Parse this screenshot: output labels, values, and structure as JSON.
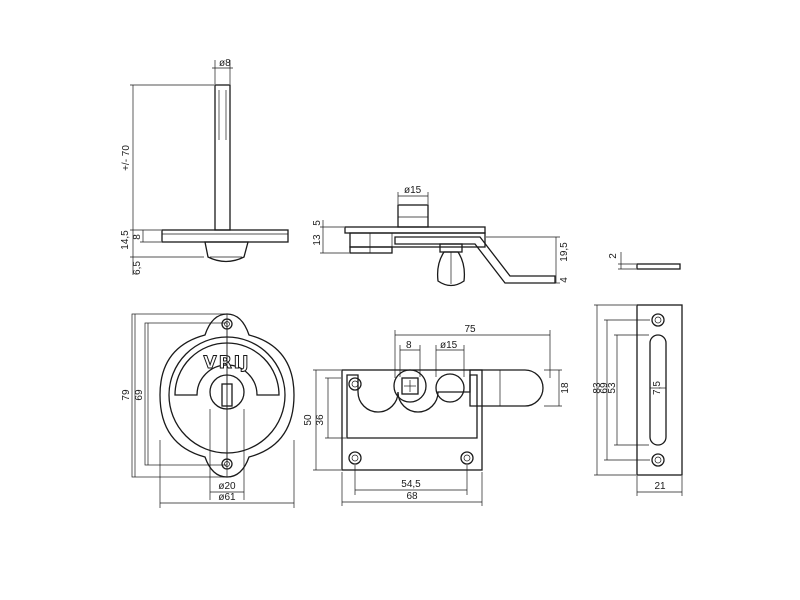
{
  "colors": {
    "line": "#1a1a1a",
    "background": "#ffffff"
  },
  "views": {
    "spindle_side": {
      "dims": {
        "pin_diameter": "ø8",
        "length": "+/- 70",
        "plate_total": "14,5",
        "plate": "8",
        "knob": "6,5"
      }
    },
    "bolt_side": {
      "dims": {
        "knob_diameter": "ø15",
        "top": "5",
        "height": "13",
        "offset": "19,5",
        "bottom": "4"
      }
    },
    "plate_edge": {
      "dims": {
        "thickness": "2"
      }
    },
    "indicator_front": {
      "label": "VRIJ",
      "dims": {
        "height_outer": "79",
        "height_inner": "69",
        "window": "ø20",
        "diameter": "ø61"
      }
    },
    "bolt_front": {
      "dims": {
        "total_length": "75",
        "square": "8",
        "knob": "ø15",
        "height_outer": "50",
        "height_inner": "36",
        "bolt_height": "18",
        "hole_spacing": "54,5",
        "width": "68"
      }
    },
    "striker_front": {
      "dims": {
        "h83": "83",
        "h69": "69",
        "h53": "53",
        "slot": "7,5",
        "width": "21"
      }
    }
  }
}
